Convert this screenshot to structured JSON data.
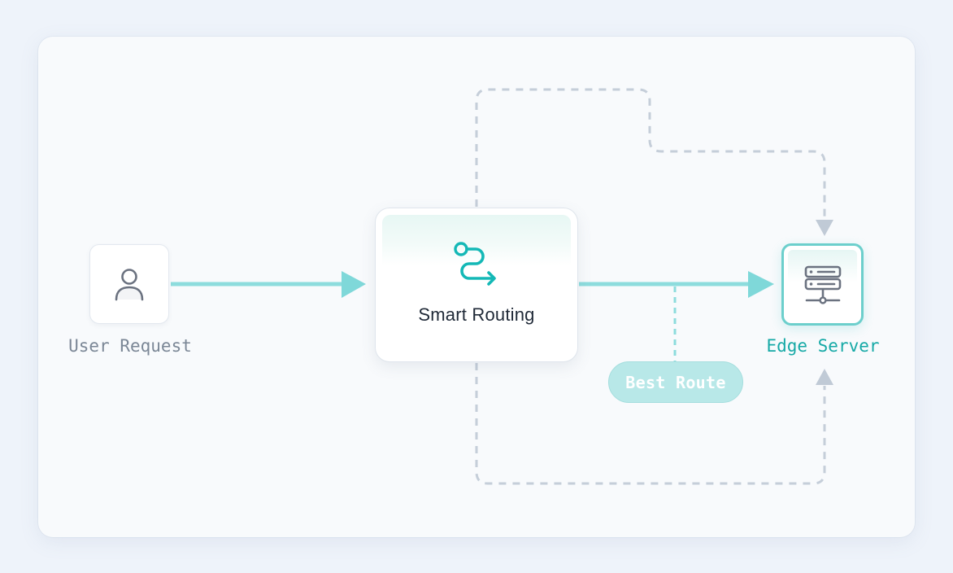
{
  "diagram": {
    "nodes": {
      "user": {
        "label": "User Request",
        "icon": "user-icon"
      },
      "router": {
        "label": "Smart Routing",
        "icon": "route-icon"
      },
      "edge": {
        "label": "Edge Server",
        "icon": "server-icon"
      }
    },
    "badge": {
      "label": "Best Route"
    },
    "colors": {
      "accent": "#16a9a6",
      "flow": "#8ddcdd",
      "dashed": "#c5ced9",
      "badge_bg": "#b8e8e8",
      "muted_text": "#7b8796"
    }
  }
}
